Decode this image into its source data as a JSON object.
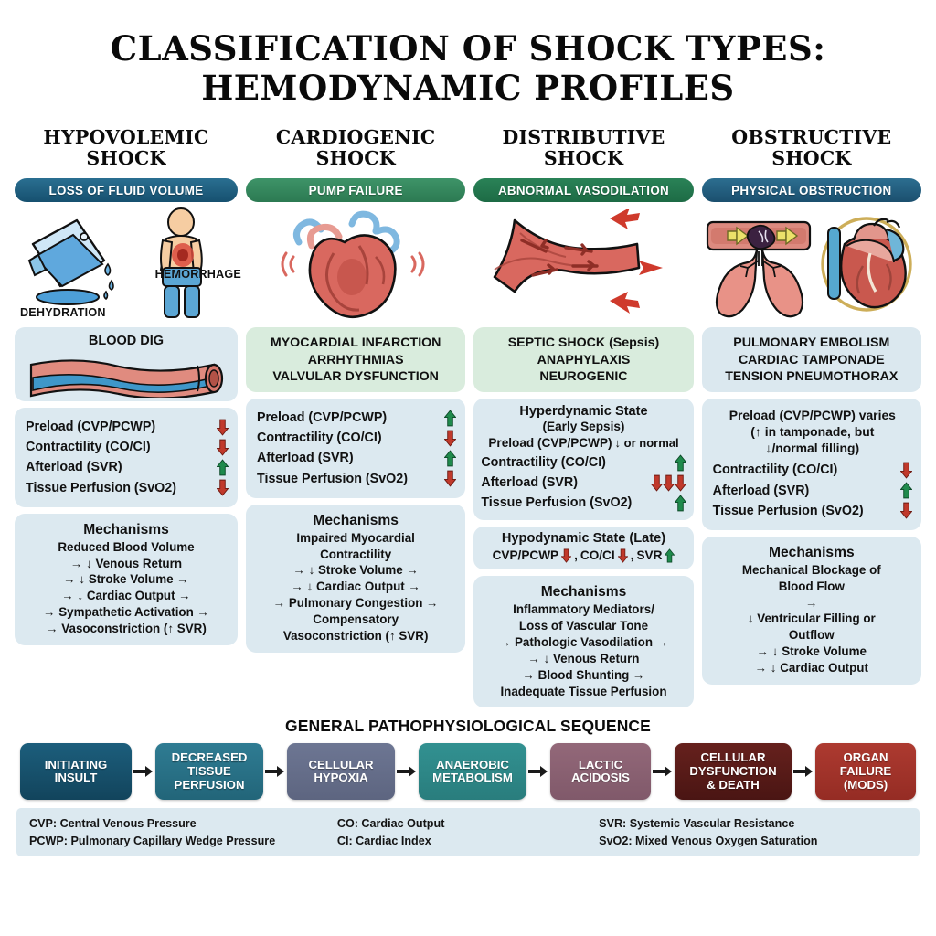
{
  "title": {
    "line1": "CLASSIFICATION OF SHOCK TYPES:",
    "line2": "HEMODYNAMIC PROFILES"
  },
  "colors": {
    "blue_banner": "#1b5470",
    "green_banner": "#2f7f55",
    "arrow_down": "#c0392b",
    "arrow_up": "#1f8a4c",
    "panel_blue": "#dce9f0",
    "panel_green": "#d9ecdd"
  },
  "columns": [
    {
      "title_line1": "HYPOVOLEMIC",
      "title_line2": "SHOCK",
      "banner": "LOSS OF FLUID VOLUME",
      "banner_style": "blue",
      "illustration": {
        "icons": [
          "iv-fluid-bag-icon",
          "bleeding-patient-icon"
        ],
        "label_left": "DEHYDRATION",
        "label_right": "HEMORRHAGE"
      },
      "etiology": {
        "caption": "BLOOD DIG",
        "icon": "blood-vessel-icon",
        "lines": []
      },
      "params": [
        {
          "label": "Preload (CVP/PCWP)",
          "arrows": [
            "down"
          ]
        },
        {
          "label": "Contractility (CO/CI)",
          "arrows": [
            "down"
          ]
        },
        {
          "label": "Afterload (SVR)",
          "arrows": [
            "up"
          ]
        },
        {
          "label": "Tissue Perfusion (SvO2)",
          "arrows": [
            "down"
          ]
        }
      ],
      "mechanisms": {
        "title": "Mechanisms",
        "lines": [
          "Reduced Blood Volume",
          "→ ↓ Venous Return",
          "→ ↓ Stroke Volume →",
          "→ ↓ Cardiac Output →",
          "→ Sympathetic Activation →",
          "→ Vasoconstriction (↑ SVR)"
        ]
      }
    },
    {
      "title_line1": "CARDIOGENIC",
      "title_line2": "SHOCK",
      "banner": "PUMP FAILURE",
      "banner_style": "green",
      "illustration": {
        "icons": [
          "failing-heart-icon"
        ],
        "label_left": "",
        "label_right": ""
      },
      "etiology": {
        "caption": "",
        "lines": [
          "MYOCARDIAL INFARCTION",
          "ARRHYTHMIAS",
          "VALVULAR DYSFUNCTION"
        ]
      },
      "params": [
        {
          "label": "Preload (CVP/PCWP)",
          "arrows": [
            "up"
          ]
        },
        {
          "label": "Contractility (CO/CI)",
          "arrows": [
            "down"
          ]
        },
        {
          "label": "Afterload (SVR)",
          "arrows": [
            "up"
          ]
        },
        {
          "label": "Tissue Perfusion (SvO2)",
          "arrows": [
            "down"
          ]
        }
      ],
      "mechanisms": {
        "title": "Mechanisms",
        "lines": [
          "Impaired Myocardial",
          "Contractility",
          "→ ↓ Stroke Volume →",
          "→ ↓ Cardiac Output →",
          "→ Pulmonary Congestion →",
          "Compensatory",
          "Vasoconstriction (↑ SVR)"
        ]
      }
    },
    {
      "title_line1": "DISTRIBUTIVE",
      "title_line2": "SHOCK",
      "banner": "ABNORMAL VASODILATION",
      "banner_style": "green2",
      "illustration": {
        "icons": [
          "dilated-vessel-branch-icon"
        ],
        "label_left": "",
        "label_right": ""
      },
      "etiology": {
        "caption": "",
        "lines": [
          "SEPTIC SHOCK (Sepsis)",
          "ANAPHYLAXIS",
          "NEUROGENIC"
        ]
      },
      "hyperdynamic": {
        "heading": "Hyperdynamic State",
        "subheading": "(Early Sepsis)",
        "params": [
          {
            "label": "Preload (CVP/PCWP)",
            "note": "↓ or normal",
            "arrows": []
          },
          {
            "label": "Contractility (CO/CI)",
            "arrows": [
              "up"
            ]
          },
          {
            "label": "Afterload (SVR)",
            "arrows": [
              "down",
              "down",
              "down"
            ]
          },
          {
            "label": "Tissue Perfusion (SvO2)",
            "arrows": [
              "up"
            ]
          }
        ]
      },
      "hypodynamic": {
        "heading": "Hypodynamic State (Late)",
        "items": [
          {
            "label": "CVP/PCWP",
            "arrow": "down",
            "sep": ","
          },
          {
            "label": "CO/CI",
            "arrow": "down",
            "sep": ","
          },
          {
            "label": "SVR",
            "arrow": "up",
            "sep": ""
          }
        ]
      },
      "mechanisms": {
        "title": "Mechanisms",
        "lines": [
          "Inflammatory Mediators/",
          "Loss of Vascular Tone",
          "→ Pathologic Vasodilation →",
          "→ ↓ Venous Return",
          "→ Blood Shunting →",
          "Inadequate Tissue Perfusion"
        ]
      }
    },
    {
      "title_line1": "OBSTRUCTIVE",
      "title_line2": "SHOCK",
      "banner": "PHYSICAL OBSTRUCTION",
      "banner_style": "blue2",
      "illustration": {
        "icons": [
          "pulmonary-embolism-lungs-icon",
          "tamponade-heart-icon"
        ],
        "label_left": "",
        "label_right": ""
      },
      "etiology": {
        "caption": "",
        "lines": [
          "PULMONARY EMBOLISM",
          "CARDIAC TAMPONADE",
          "TENSION PNEUMOTHORAX"
        ]
      },
      "preload_note": {
        "line1": "Preload (CVP/PCWP) varies",
        "line2": "(↑ in tamponade, but",
        "line3": "↓/normal filling)"
      },
      "params": [
        {
          "label": "Contractility (CO/CI)",
          "arrows": [
            "down"
          ]
        },
        {
          "label": "Afterload (SVR)",
          "arrows": [
            "up"
          ]
        },
        {
          "label": "Tissue Perfusion (SvO2)",
          "arrows": [
            "down"
          ]
        }
      ],
      "mechanisms": {
        "title": "Mechanisms",
        "lines": [
          "Mechanical Blockage of",
          "Blood Flow",
          "→",
          "↓ Ventricular Filling or",
          "Outflow",
          "→ ↓ Stroke Volume",
          "→ ↓ Cardiac Output"
        ]
      }
    }
  ],
  "sequence": {
    "title": "GENERAL PATHOPHYSIOLOGICAL SEQUENCE",
    "steps": [
      {
        "lines": [
          "INITIATING",
          "INSULT"
        ],
        "color": "#16506c",
        "width": 122
      },
      {
        "lines": [
          "DECREASED",
          "TISSUE",
          "PERFUSION"
        ],
        "color": "#2a7288",
        "width": 118
      },
      {
        "lines": [
          "CELLULAR",
          "HYPOXIA"
        ],
        "color": "#67708c",
        "width": 118
      },
      {
        "lines": [
          "ANAEROBIC",
          "METABOLISM"
        ],
        "color": "#2f8a8a",
        "width": 118
      },
      {
        "lines": [
          "LACTIC",
          "ACIDOSIS"
        ],
        "color": "#8b5f73",
        "width": 112
      },
      {
        "lines": [
          "CELLULAR",
          "DYSFUNCTION",
          "& DEATH"
        ],
        "color": "#5a1c19",
        "width": 130
      },
      {
        "lines": [
          "ORGAN",
          "FAILURE",
          "(MODS)"
        ],
        "color": "#a5342c",
        "width": 112
      }
    ]
  },
  "legend": {
    "col1": [
      "CVP: Central Venous Pressure",
      "PCWP: Pulmonary Capillary Wedge Pressure"
    ],
    "col2": [
      "CO: Cardiac Output",
      "CI: Cardiac Index"
    ],
    "col3": [
      "SVR: Systemic Vascular Resistance",
      "SvO2: Mixed Venous Oxygen Saturation"
    ]
  }
}
